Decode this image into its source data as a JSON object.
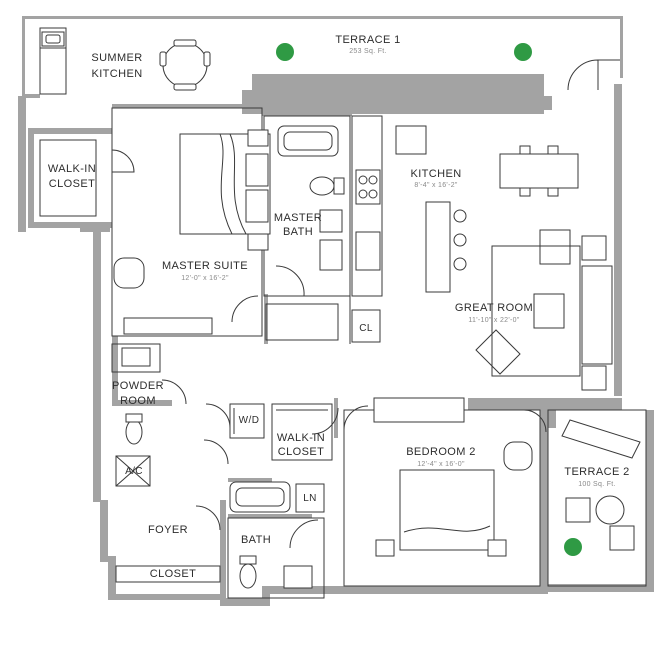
{
  "rooms": {
    "terrace1": {
      "name": "TERRACE 1",
      "area": "253 Sq. Ft."
    },
    "summer_kitchen": {
      "line1": "SUMMER",
      "line2": "KITCHEN"
    },
    "walk_in_closet": {
      "line1": "WALK-IN",
      "line2": "CLOSET"
    },
    "master_bath": {
      "line1": "MASTER",
      "line2": "BATH"
    },
    "master_suite": {
      "name": "MASTER SUITE",
      "dims": "12'-0\" x 16'-2\""
    },
    "kitchen": {
      "name": "KITCHEN",
      "dims": "8'-4\" x 16'-2\""
    },
    "great_room": {
      "name": "GREAT ROOM",
      "dims": "11'-10\" x 22'-0\""
    },
    "powder_room": {
      "line1": "POWDER",
      "line2": "ROOM"
    },
    "wd": "W/D",
    "walk_in_closet2": {
      "line1": "WALK-IN",
      "line2": "CLOSET"
    },
    "bedroom2": {
      "name": "BEDROOM 2",
      "dims": "12'-4\" x 16'-0\""
    },
    "terrace2": {
      "name": "TERRACE 2",
      "area": "100 Sq. Ft."
    },
    "ac": "A/C",
    "ln": "LN",
    "cl": "CL",
    "foyer": "FOYER",
    "bath": "BATH",
    "closet": "CLOSET"
  },
  "colors": {
    "wall": "#a3a3a3",
    "line": "#3a3a3a",
    "plant": "#2f9a44"
  }
}
